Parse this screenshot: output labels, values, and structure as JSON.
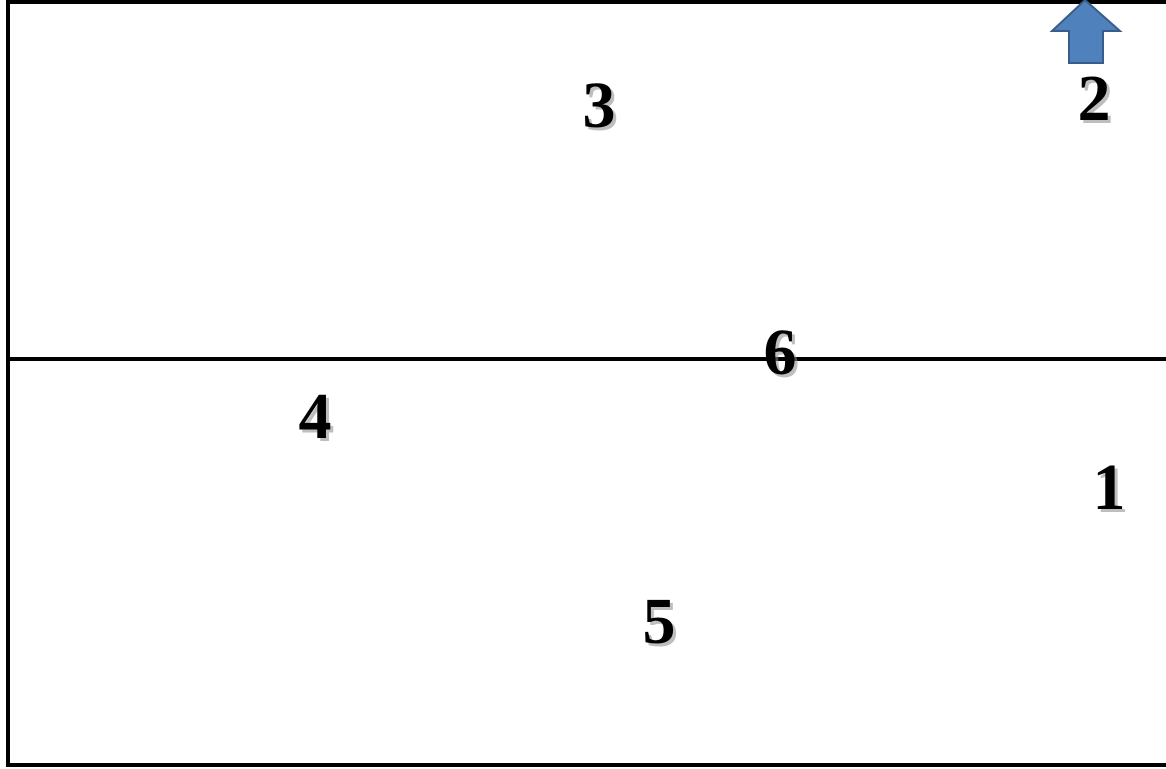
{
  "colors": {
    "line": "#000000",
    "background": "#ffffff",
    "arrow_fill": "#4f81bd",
    "arrow_stroke": "#385d8a"
  },
  "diagram": {
    "positions": [
      {
        "id": "1",
        "label": "1"
      },
      {
        "id": "2",
        "label": "2"
      },
      {
        "id": "3",
        "label": "3"
      },
      {
        "id": "4",
        "label": "4"
      },
      {
        "id": "5",
        "label": "5"
      },
      {
        "id": "6",
        "label": "6"
      }
    ],
    "arrow": {
      "icon": "up-arrow-icon",
      "direction": "up"
    }
  }
}
